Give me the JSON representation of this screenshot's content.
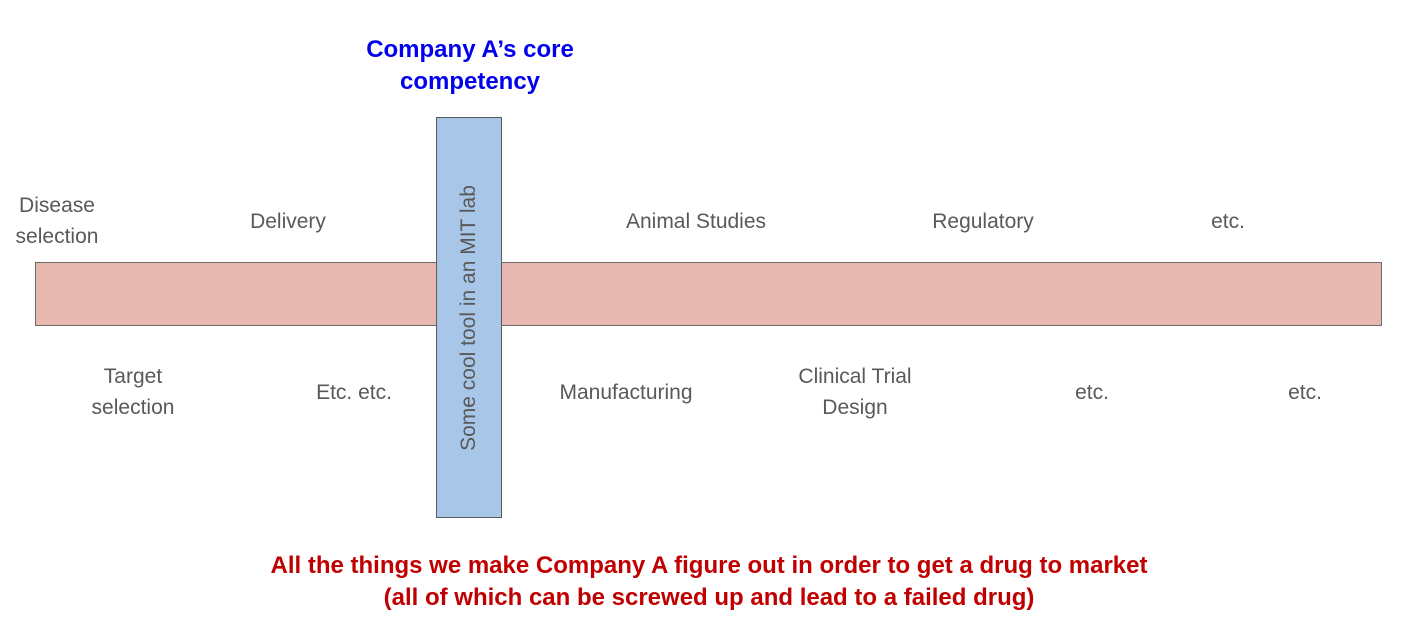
{
  "heading": {
    "line1": "Company A’s core",
    "line2": "competency",
    "color": "#0000ee"
  },
  "vertical_bar": {
    "text": "Some cool tool in an MIT lab"
  },
  "top_labels": [
    {
      "line1": "Disease",
      "line2": "selection"
    },
    {
      "line1": "Delivery",
      "line2": ""
    },
    {
      "line1": "Animal Studies",
      "line2": ""
    },
    {
      "line1": "Regulatory",
      "line2": ""
    },
    {
      "line1": "etc.",
      "line2": ""
    }
  ],
  "bottom_labels": [
    {
      "line1": "Target",
      "line2": "selection"
    },
    {
      "line1": "Etc. etc.",
      "line2": ""
    },
    {
      "line1": "Manufacturing",
      "line2": ""
    },
    {
      "line1": "Clinical Trial",
      "line2": "Design"
    },
    {
      "line1": "etc.",
      "line2": ""
    },
    {
      "line1": "etc.",
      "line2": ""
    }
  ],
  "footer": {
    "line1": "All the things we make Company A figure out in order to get a drug to market",
    "line2": "(all of which can be screwed up and lead to a failed drug)",
    "color": "#c00000"
  },
  "colors": {
    "band_fill": "#e6b8b0",
    "bar_fill": "#a7c6e8",
    "label_text": "#595959"
  }
}
